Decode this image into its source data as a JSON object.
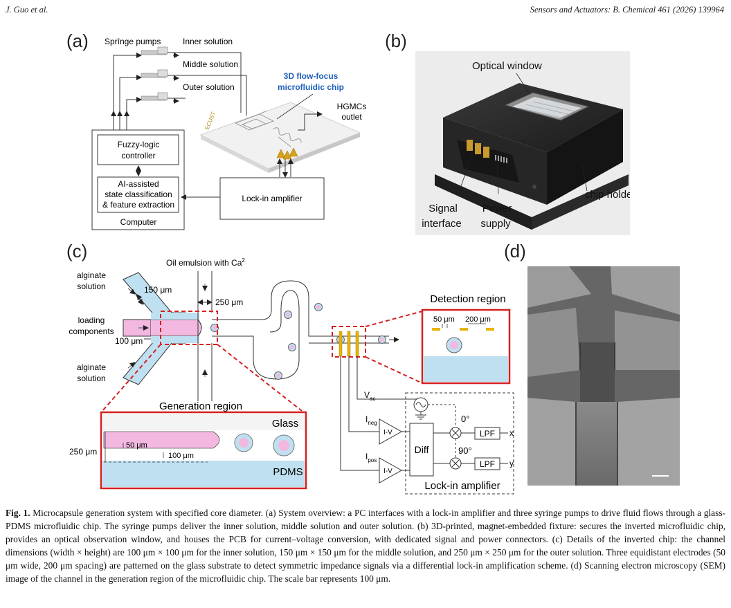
{
  "header": {
    "left": "J. Guo et al.",
    "right": "Sensors and Actuators: B. Chemical 461 (2026) 139964"
  },
  "panel_a": {
    "label": "(a)",
    "syringe_pumps": "Sprînge pumps",
    "inner_solution": "Inner solution",
    "middle_solution": "Middle solution",
    "outer_solution": "Outer solution",
    "chip_title_1": "3D flow-focus",
    "chip_title_2": "microfluidic chip",
    "chip_brand": "ECUST",
    "outlet_1": "HGMCs",
    "outlet_2": "outlet",
    "fuzzy_1": "Fuzzy-logic",
    "fuzzy_2": "controller",
    "ai_1": "AI-assisted",
    "ai_2": "state classification",
    "ai_3": "& feature extraction",
    "computer": "Computer",
    "lockin": "Lock-in amplifier"
  },
  "panel_b": {
    "label": "(b)",
    "optical_window": "Optical window",
    "chip_holder": "chip holder",
    "signal_1": "Signal",
    "signal_2": "interface",
    "power_1": "Power",
    "power_2": "supply"
  },
  "panel_c": {
    "label": "(c)",
    "alginate_top_1": "alginate",
    "alginate_top_2": "solution",
    "loading_1": "loading",
    "loading_2": "components",
    "alginate_bot_1": "alginate",
    "alginate_bot_2": "solution",
    "dim_150": "150 μm",
    "dim_100": "100 μm",
    "dim_250": "250 μm",
    "oil_emulsion": "Oil emulsion with Ca",
    "oil_sup": "2",
    "detection_region": "Detection region",
    "det_50": "50 μm",
    "det_200": "200 μm",
    "generation_region": "Generation region",
    "glass": "Glass",
    "pdms": "PDMS",
    "gen_250": "250 μm",
    "gen_50": "50 μm",
    "gen_100": "100 μm",
    "v_ac": "V",
    "v_ac_sub": "ac",
    "i_neg": "I",
    "i_neg_sub": "neg",
    "i_pos": "I",
    "i_pos_sub": "pos",
    "iv": "I-V",
    "diff": "Diff",
    "deg_0": "0°",
    "deg_90": "90°",
    "lpf": "LPF",
    "x_out": "x",
    "y_out": "y",
    "lockin": "Lock-in amplifier"
  },
  "panel_d": {
    "label": "(d)"
  },
  "caption": {
    "fig": "Fig. 1.",
    "text": "Microcapsule generation system with specified core diameter. (a) System overview: a PC interfaces with a lock-in amplifier and three syringe pumps to drive fluid flows through a glass-PDMS microfluidic chip. The syringe pumps deliver the inner solution, middle solution and outer solution. (b) 3D-printed, magnet-embedded fixture: secures the inverted microfluidic chip, provides an optical observation window, and houses the PCB for current–voltage conversion, with dedicated signal and power connectors. (c) Details of the inverted chip: the channel dimensions (width × height) are 100 μm × 100 μm for the inner solution, 150 μm × 150 μm for the middle solution, and 250 μm × 250 μm for the outer solution. Three equidistant electrodes (50 μm wide, 200 μm spacing) are patterned on the glass substrate to detect symmetric impedance signals via a differential lock-in amplification scheme. (d) Scanning electron microscopy (SEM) image of the channel in the generation region of the microfluidic chip. The scale bar represents 100 μm."
  },
  "colors": {
    "accent_blue": "#1f5fbf",
    "fluid_blue": "#bfe0f0",
    "fluid_pink": "#f2b8df",
    "red_dash": "#d42020",
    "electrode": "#e8b400"
  }
}
